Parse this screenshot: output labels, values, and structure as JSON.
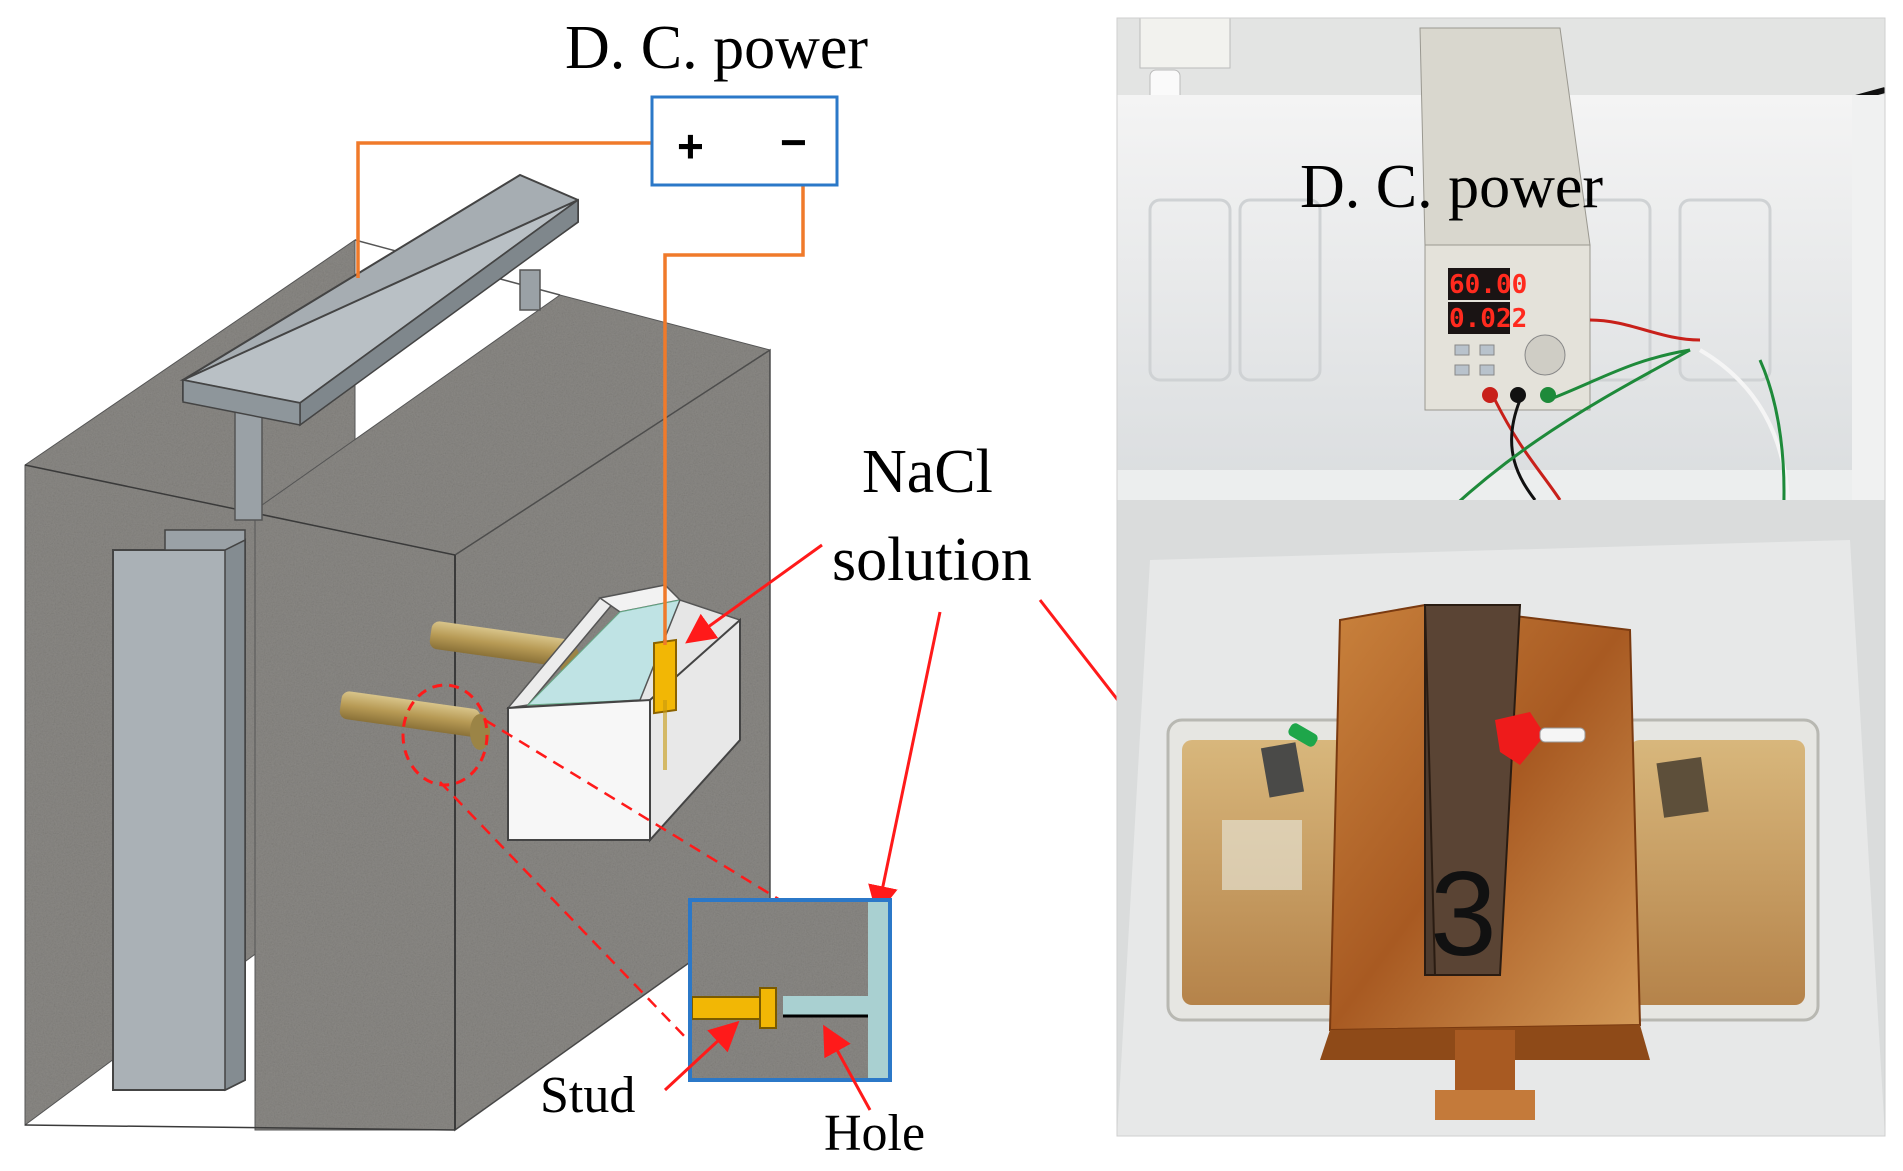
{
  "diagram": {
    "power_label": "D. C. power",
    "plus_symbol": "+",
    "minus_symbol": "−",
    "solution_label_line1": "NaCl",
    "solution_label_line2": "solution",
    "stud_label": "Stud",
    "hole_label": "Hole"
  },
  "photo": {
    "power_label": "D. C. power",
    "display_voltage": "60.00",
    "display_current": "0.022",
    "specimen_number": "3"
  },
  "colors": {
    "wire_orange": "#f07a2a",
    "box_blue": "#2b78c8",
    "arrow_red": "#ff1a1a",
    "concrete": "#8c8a86",
    "steel": "#a7adb2",
    "rust": "#b4662a",
    "stud_gold": "#f2b705"
  }
}
